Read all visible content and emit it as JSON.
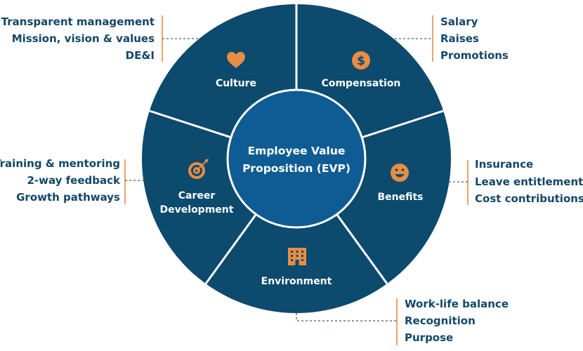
{
  "hub": {
    "line1": "Employee Value",
    "line2": "Proposition (EVP)"
  },
  "segments": {
    "culture": {
      "label": "Culture",
      "icon": "heart-icon"
    },
    "compensation": {
      "label": "Compensation",
      "icon": "dollar-coin-icon"
    },
    "benefits": {
      "label": "Benefits",
      "icon": "smiley-face-icon"
    },
    "environment": {
      "label": "Environment",
      "icon": "building-icon"
    },
    "career": {
      "label_line1": "Career",
      "label_line2": "Development",
      "icon": "target-icon"
    }
  },
  "details": {
    "culture": [
      "Transparent management",
      "Mission, vision & values",
      "DE&I"
    ],
    "compensation": [
      "Salary",
      "Raises",
      "Promotions"
    ],
    "benefits": [
      "Insurance",
      "Leave entitlements",
      "Cost contributions"
    ],
    "environment": [
      "Work-life balance",
      "Recognition",
      "Purpose"
    ],
    "career": [
      "Training & mentoring",
      "2-way feedback",
      "Growth pathways"
    ]
  },
  "colors": {
    "ring": "#0c4a6e",
    "hub": "#0f5c94",
    "accent": "#e88d45",
    "text": "#12476a"
  }
}
